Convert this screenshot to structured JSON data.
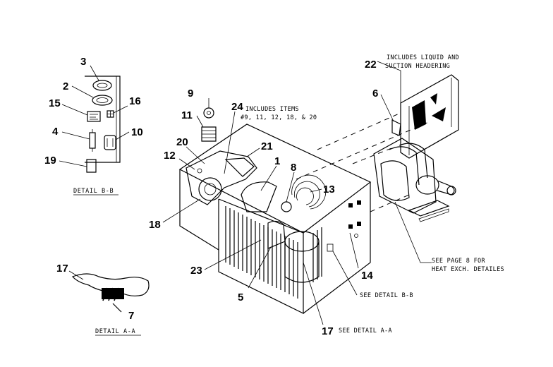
{
  "detail_b": {
    "caption": "DETAIL B-B",
    "labels": {
      "l3": "3",
      "l2": "2",
      "l15": "15",
      "l16": "16",
      "l4": "4",
      "l10": "10",
      "l19": "19"
    }
  },
  "detail_a": {
    "caption": "DETAIL A-A",
    "labels": {
      "l17": "17",
      "l7": "7"
    }
  },
  "main": {
    "labels": {
      "l9": "9",
      "l11": "11",
      "l24": "24",
      "l20": "20",
      "l12": "12",
      "l21": "21",
      "l1": "1",
      "l8": "8",
      "l13": "13",
      "l18": "18",
      "l23": "23",
      "l5": "5",
      "l17": "17",
      "l14": "14",
      "l22": "22",
      "l6": "6"
    },
    "notes": {
      "items_line1": "INCLUDES ITEMS",
      "items_line2": "#9, 11, 12, 18, & 20",
      "header_line1": "INCLUDES LIQUID AND",
      "header_line2": "SUCTION HEADERING",
      "see_page_line1": "SEE PAGE 8 FOR",
      "see_page_line2": "HEAT EXCH. DETAILES",
      "see_detail_b": "SEE DETAIL B-B",
      "see_detail_a": "SEE DETAIL A-A"
    }
  }
}
